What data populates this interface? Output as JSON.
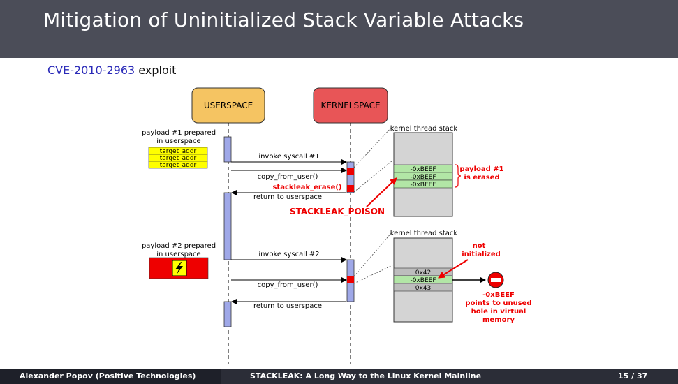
{
  "slide": {
    "title": "Mitigation of Uninitialized Stack Variable Attacks",
    "cve_link": "CVE-2010-2963",
    "cve_suffix": " exploit"
  },
  "diagram": {
    "userspace_label": "USERSPACE",
    "kernelspace_label": "KERNELSPACE",
    "payload1_label_line1": "payload #1 prepared",
    "payload1_label_line2": "in userspace",
    "target_addr": [
      "target_addr",
      "target_addr",
      "target_addr"
    ],
    "invoke_syscall_1": "invoke syscall #1",
    "copy_from_user_1": "copy_from_user()",
    "stackleak_erase": "stackleak_erase()",
    "return_userspace_1": "return to userspace",
    "stackleak_poison": "STACKLEAK_POISON",
    "kernel_stack_label_1": "kernel thread stack",
    "stack1_cells": [
      "-0xBEEF",
      "-0xBEEF",
      "-0xBEEF"
    ],
    "payload_erased_line1": "payload #1",
    "payload_erased_line2": "is erased",
    "payload2_label_line1": "payload #2 prepared",
    "payload2_label_line2": "in userspace",
    "invoke_syscall_2": "invoke syscall #2",
    "copy_from_user_2": "copy_from_user()",
    "return_userspace_2": "return to userspace",
    "kernel_stack_label_2": "kernel thread stack",
    "not_initialized_line1": "not",
    "not_initialized_line2": "initialized",
    "stack2_cells": [
      "0x42",
      "-0xBEEF",
      "0x43"
    ],
    "beef_note": [
      "-0xBEEF",
      "points to unused",
      "hole in virtual",
      "memory"
    ],
    "colors": {
      "userspace": "#f5c462",
      "kernelspace": "#e85557",
      "activation": "#9fa8e8",
      "poison_red": "#ee0000",
      "stack_gray": "#d4d4d4",
      "stack_green": "#b2e6a6",
      "target_yellow": "#ffff00"
    }
  },
  "footer": {
    "author": "Alexander Popov (Positive Technologies)",
    "talk": "STACKLEAK: A Long Way to the Linux Kernel Mainline",
    "page": "15 / 37"
  }
}
